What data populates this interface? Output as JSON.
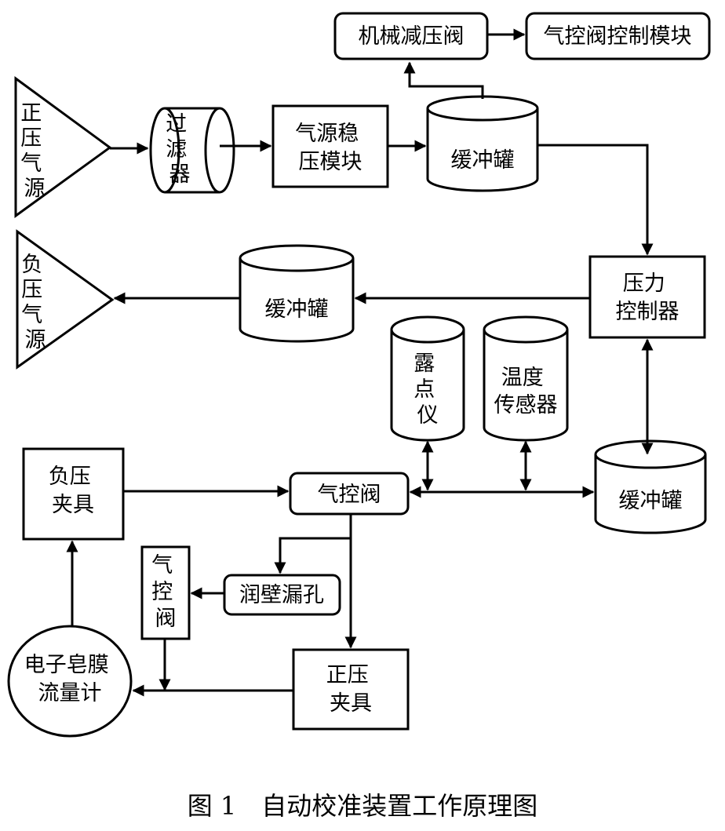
{
  "nodes": {
    "positive_source": [
      "正",
      "压",
      "气",
      "源"
    ],
    "negative_source": [
      "负",
      "压",
      "气",
      "源"
    ],
    "filter": [
      "过",
      "滤",
      "器"
    ],
    "regulator": [
      "气源稳",
      "压模块"
    ],
    "buffer_top": [
      "缓冲罐"
    ],
    "mech_valve": [
      "机械减压阀"
    ],
    "valve_control": [
      "气控阀控制模块"
    ],
    "pressure_controller": [
      "压力",
      "控制器"
    ],
    "buffer_mid": [
      "缓冲罐"
    ],
    "dew_meter": [
      "露",
      "点",
      "仪"
    ],
    "temp_sensor": [
      "温度",
      "传感器"
    ],
    "buffer_bottom": [
      "缓冲罐"
    ],
    "neg_fixture": [
      "负压",
      "夹具"
    ],
    "pneumatic_valve": [
      "气控阀"
    ],
    "pneumatic_valve_small": [
      "气",
      "控",
      "阀"
    ],
    "wet_wall_leak": [
      "润壁漏孔"
    ],
    "pos_fixture": [
      "正压",
      "夹具"
    ],
    "flowmeter": [
      "电子皂膜",
      "流量计"
    ]
  },
  "caption": "图 1　自动校准装置工作原理图"
}
